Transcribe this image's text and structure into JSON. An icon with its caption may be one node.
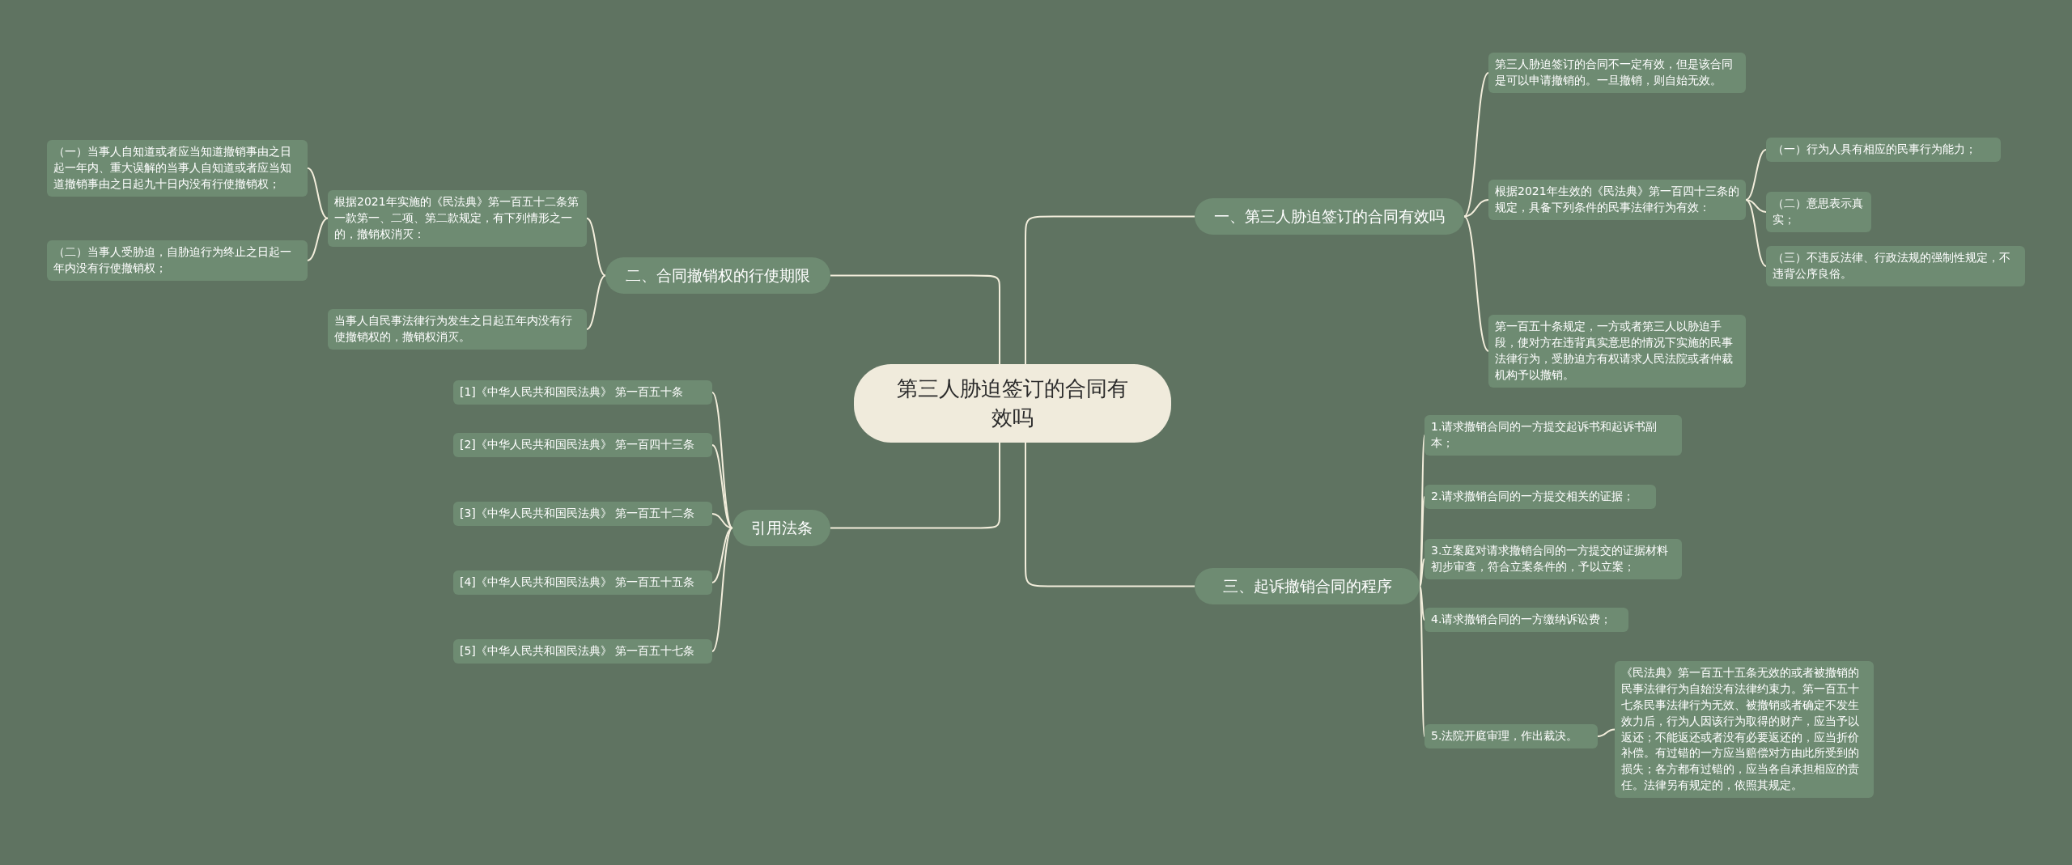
{
  "diagram": {
    "nodes": [
      {
        "text": [
          "第三人胁迫签订的合同有效吗"
        ]
      },
      {
        "text": [
          "一、第三人胁迫签订的合同有效吗"
        ]
      },
      {
        "text": [
          "第三人胁迫签订的合同不一定有效，但是该合同是可以申请撤销的。一旦撤销，则自始无效。"
        ]
      },
      {
        "text": [
          "根据2021年生效的《民法典》第一百四十三条的规定，具备下列条件的民事法律行为有效："
        ]
      },
      {
        "text": [
          "（一）行为人具有相应的民事行为能力；"
        ]
      },
      {
        "text": [
          "（二）意思表示真实；"
        ]
      },
      {
        "text": [
          "（三）不违反法律、行政法规的强制性规定，不违背公序良俗。"
        ]
      },
      {
        "text": [
          "第一百五十条规定，一方或者第三人以胁迫手段，使对方在违背真实意思的情况下实施的民事法律行为，受胁迫方有权请求人民法院或者仲裁机构予以撤销。"
        ]
      },
      {
        "text": [
          "三、起诉撤销合同的程序"
        ]
      },
      {
        "text": [
          "1.请求撤销合同的一方提交起诉书和起诉书副本；"
        ]
      },
      {
        "text": [
          "2.请求撤销合同的一方提交相关的证据；"
        ]
      },
      {
        "text": [
          "3.立案庭对请求撤销合同的一方提交的证据材料初步审查，符合立案条件的，予以立案；"
        ]
      },
      {
        "text": [
          "4.请求撤销合同的一方缴纳诉讼费；"
        ]
      },
      {
        "text": [
          "5.法院开庭审理，作出裁决。"
        ]
      },
      {
        "text": [
          "《民法典》第一百五十五条无效的或者被撤销的民事法律行为自始没有法律约束力。第一百五十七条民事法律行为无效、被撤销或者确定不发生效力后，行为人因该行为取得的财产，应当予以返还；不能返还或者没有必要返还的，应当折价补偿。有过错的一方应当赔偿对方由此所受到的损失；各方都有过错的，应当各自承担相应的责任。法律另有规定的，依照其规定。"
        ]
      },
      {
        "text": [
          "二、合同撤销权的行使期限"
        ]
      },
      {
        "text": [
          "根据2021年实施的《民法典》第一百五十二条第一款第一、二项、第二款规定，有下列情形之一的，撤销权消灭："
        ]
      },
      {
        "text": [
          "（一）当事人自知道或者应当知道撤销事由之日起一年内、重大误解的当事人自知道或者应当知道撤销事由之日起九十日内没有行使撤销权；"
        ]
      },
      {
        "text": [
          "（二）当事人受胁迫，自胁迫行为终止之日起一年内没有行使撤销权；"
        ]
      },
      {
        "text": [
          "当事人自民事法律行为发生之日起五年内没有行使撤销权的，撤销权消灭。"
        ]
      },
      {
        "text": [
          "引用法条"
        ]
      },
      {
        "text": [
          "[1]《中华人民共和国民法典》 第一百五十条"
        ]
      },
      {
        "text": [
          "[2]《中华人民共和国民法典》 第一百四十三条"
        ]
      },
      {
        "text": [
          "[3]《中华人民共和国民法典》 第一百五十二条"
        ]
      },
      {
        "text": [
          "[4]《中华人民共和国民法典》 第一百五十五条"
        ]
      },
      {
        "text": [
          "[5]《中华人民共和国民法典》 第一百五十七条"
        ]
      }
    ],
    "edges": [
      {
        "from": 0,
        "to": 1,
        "arrow": "none"
      },
      {
        "from": 1,
        "to": 2,
        "arrow": "none"
      },
      {
        "from": 1,
        "to": 3,
        "arrow": "none"
      },
      {
        "from": 3,
        "to": 4,
        "arrow": "none"
      },
      {
        "from": 3,
        "to": 5,
        "arrow": "none"
      },
      {
        "from": 3,
        "to": 6,
        "arrow": "none"
      },
      {
        "from": 1,
        "to": 7,
        "arrow": "none"
      },
      {
        "from": 0,
        "to": 8,
        "arrow": "none"
      },
      {
        "from": 8,
        "to": 9,
        "arrow": "none"
      },
      {
        "from": 8,
        "to": 10,
        "arrow": "none"
      },
      {
        "from": 8,
        "to": 11,
        "arrow": "none"
      },
      {
        "from": 8,
        "to": 12,
        "arrow": "none"
      },
      {
        "from": 8,
        "to": 13,
        "arrow": "none"
      },
      {
        "from": 13,
        "to": 14,
        "arrow": "none"
      },
      {
        "from": 0,
        "to": 15,
        "arrow": "none"
      },
      {
        "from": 15,
        "to": 16,
        "arrow": "none"
      },
      {
        "from": 16,
        "to": 17,
        "arrow": "none"
      },
      {
        "from": 16,
        "to": 18,
        "arrow": "none"
      },
      {
        "from": 15,
        "to": 19,
        "arrow": "none"
      },
      {
        "from": 0,
        "to": 20,
        "arrow": "none"
      },
      {
        "from": 20,
        "to": 21,
        "arrow": "none"
      },
      {
        "from": 20,
        "to": 22,
        "arrow": "none"
      },
      {
        "from": 20,
        "to": 23,
        "arrow": "none"
      },
      {
        "from": 20,
        "to": 24,
        "arrow": "none"
      },
      {
        "from": 20,
        "to": 25,
        "arrow": "none"
      }
    ]
  }
}
